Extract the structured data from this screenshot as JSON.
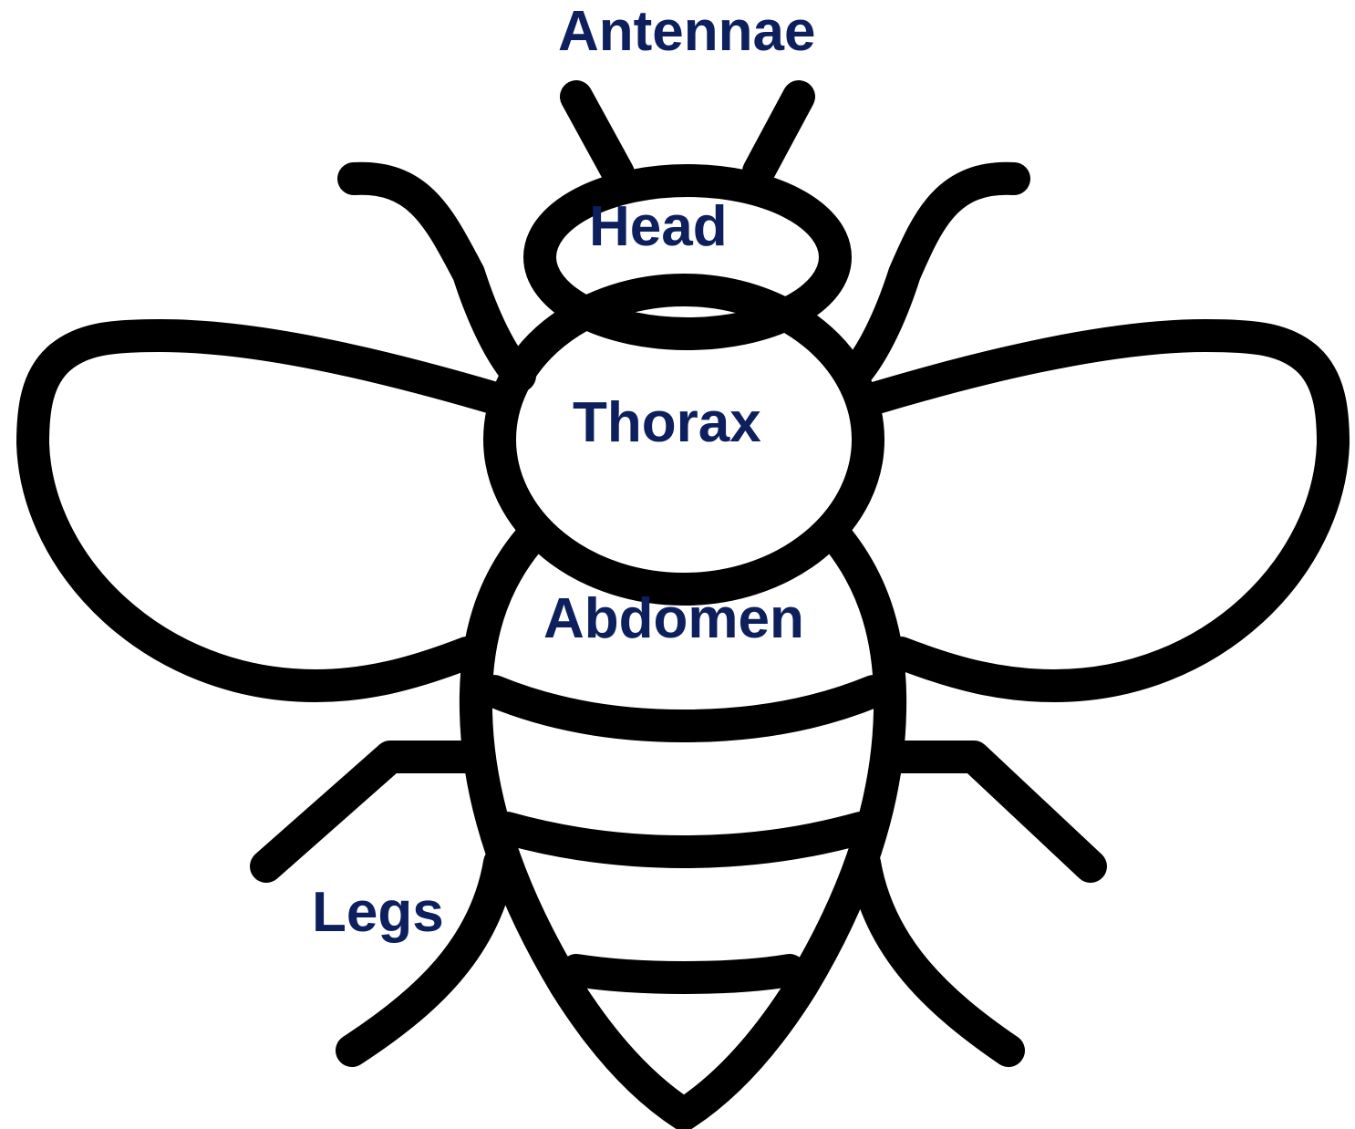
{
  "diagram": {
    "label_color": "#0d1f5c",
    "stroke_color": "#000000",
    "background": "#ffffff",
    "labels": {
      "antennae": "Antennae",
      "head": "Head",
      "thorax": "Thorax",
      "abdomen": "Abdomen",
      "legs": "Legs"
    }
  }
}
